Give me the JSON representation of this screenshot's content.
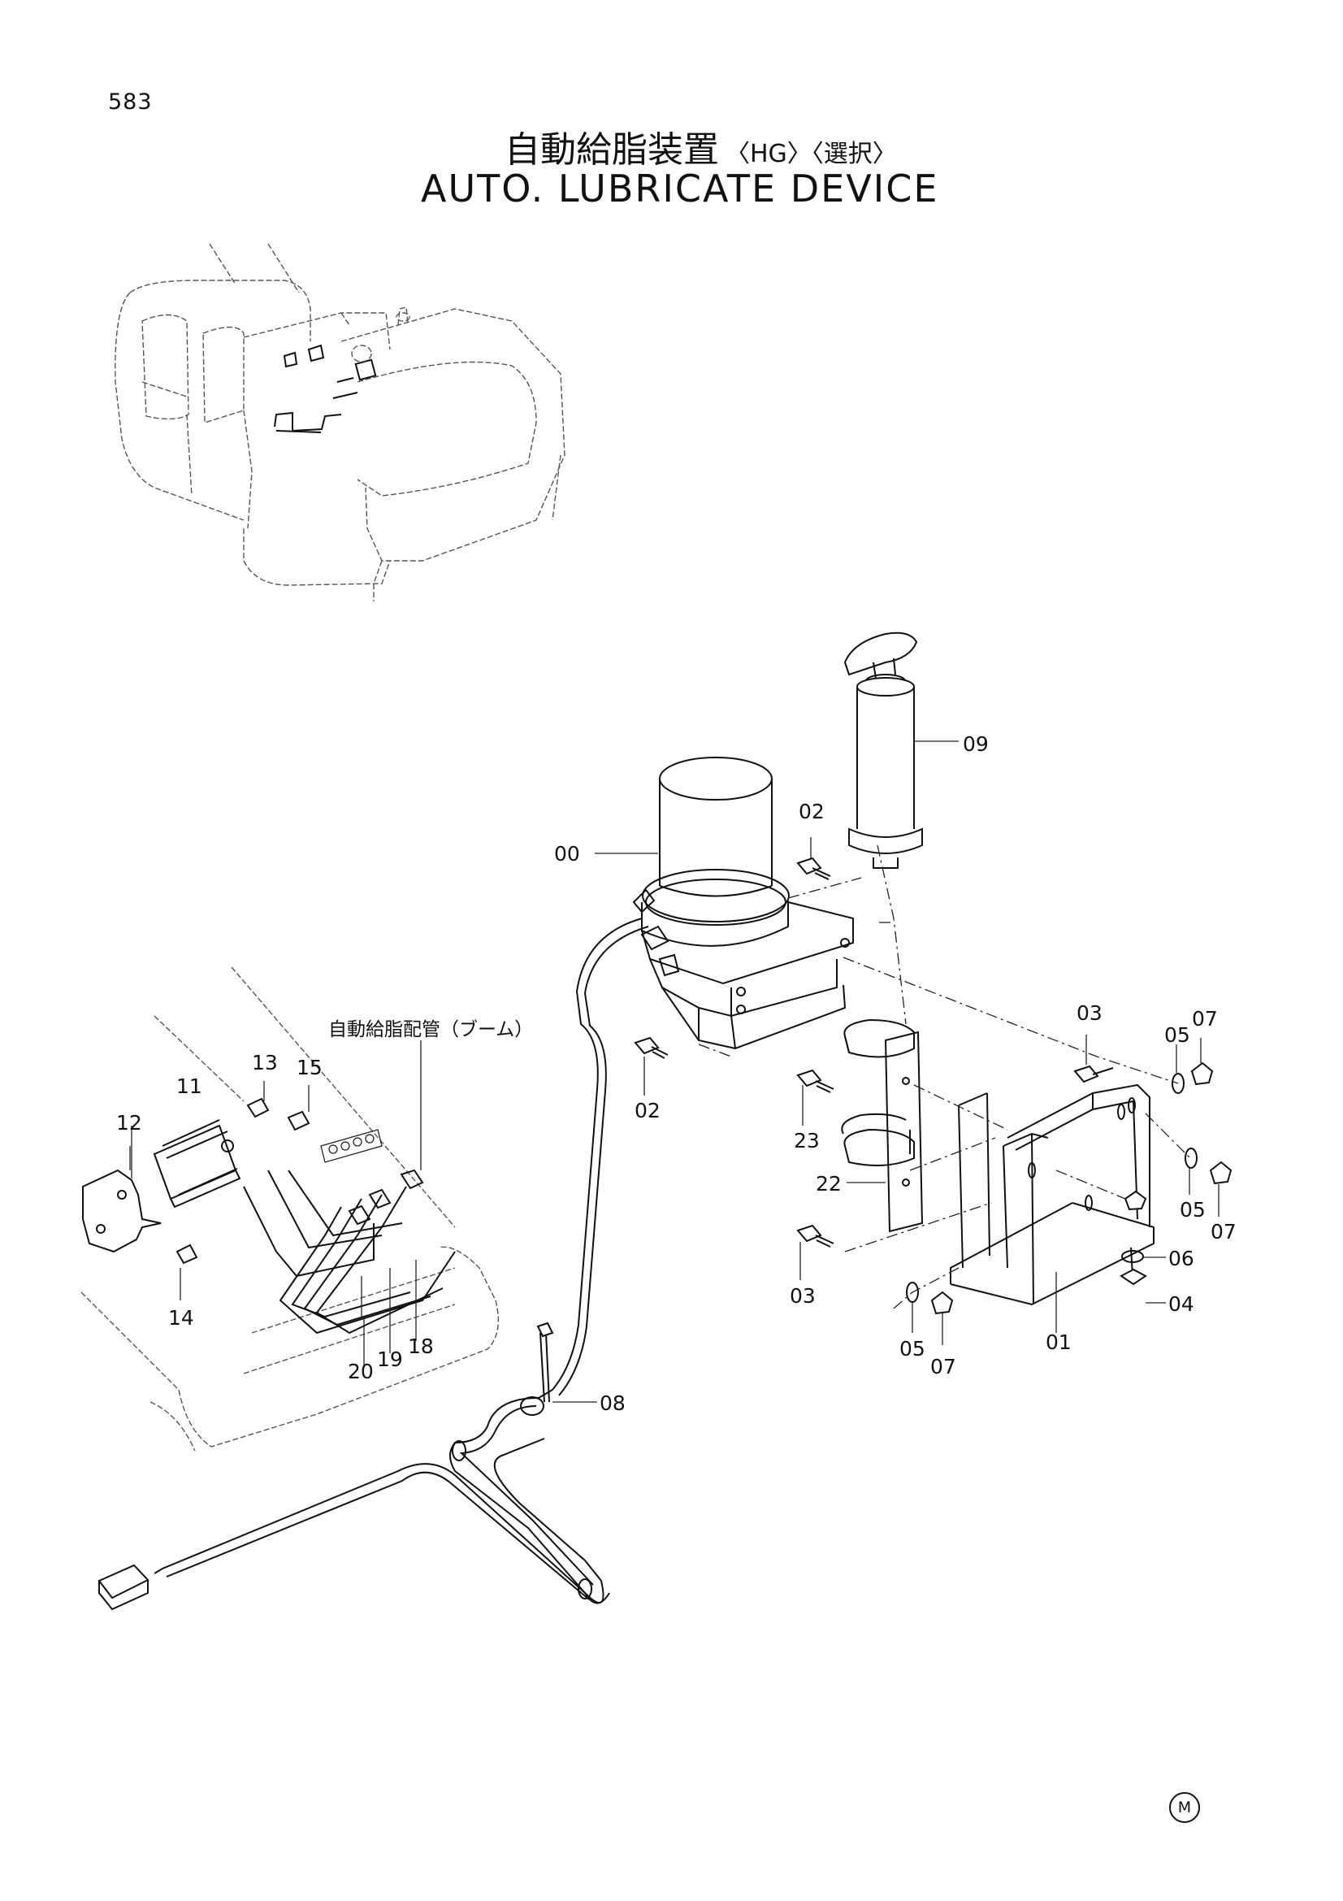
{
  "page_number": "583",
  "title_jp": "自動給脂装置",
  "title_jp_tags": "〈HG〉〈選択〉",
  "title_en": "AUTO. LUBRICATE DEVICE",
  "pipe_label_jp": "自動給脂配管（ブーム）",
  "maker_mark": "M",
  "callouts": {
    "c00": "00",
    "c01": "01",
    "c02a": "02",
    "c02b": "02",
    "c03a": "03",
    "c03b": "03",
    "c04": "04",
    "c05a": "05",
    "c05b": "05",
    "c05c": "05",
    "c06": "06",
    "c07a": "07",
    "c07b": "07",
    "c07c": "07",
    "c08": "08",
    "c09": "09",
    "c11": "11",
    "c12": "12",
    "c13": "13",
    "c14": "14",
    "c15": "15",
    "c18": "18",
    "c19": "19",
    "c20": "20",
    "c22": "22",
    "c23": "23"
  }
}
